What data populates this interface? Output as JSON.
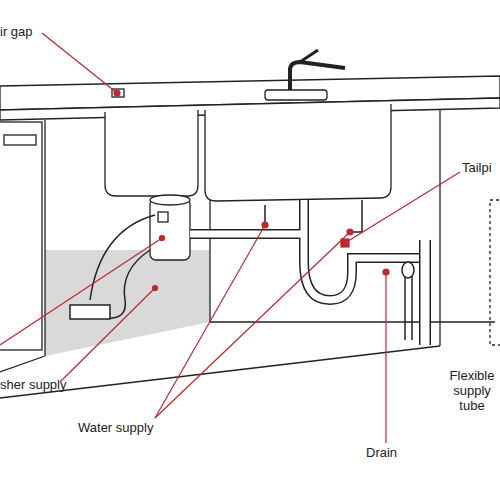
{
  "diagram": {
    "labels": [
      "ir gap",
      "Tailpi",
      "sher supply",
      "Water supply",
      "Drain",
      "Flexible supply tube"
    ]
  }
}
